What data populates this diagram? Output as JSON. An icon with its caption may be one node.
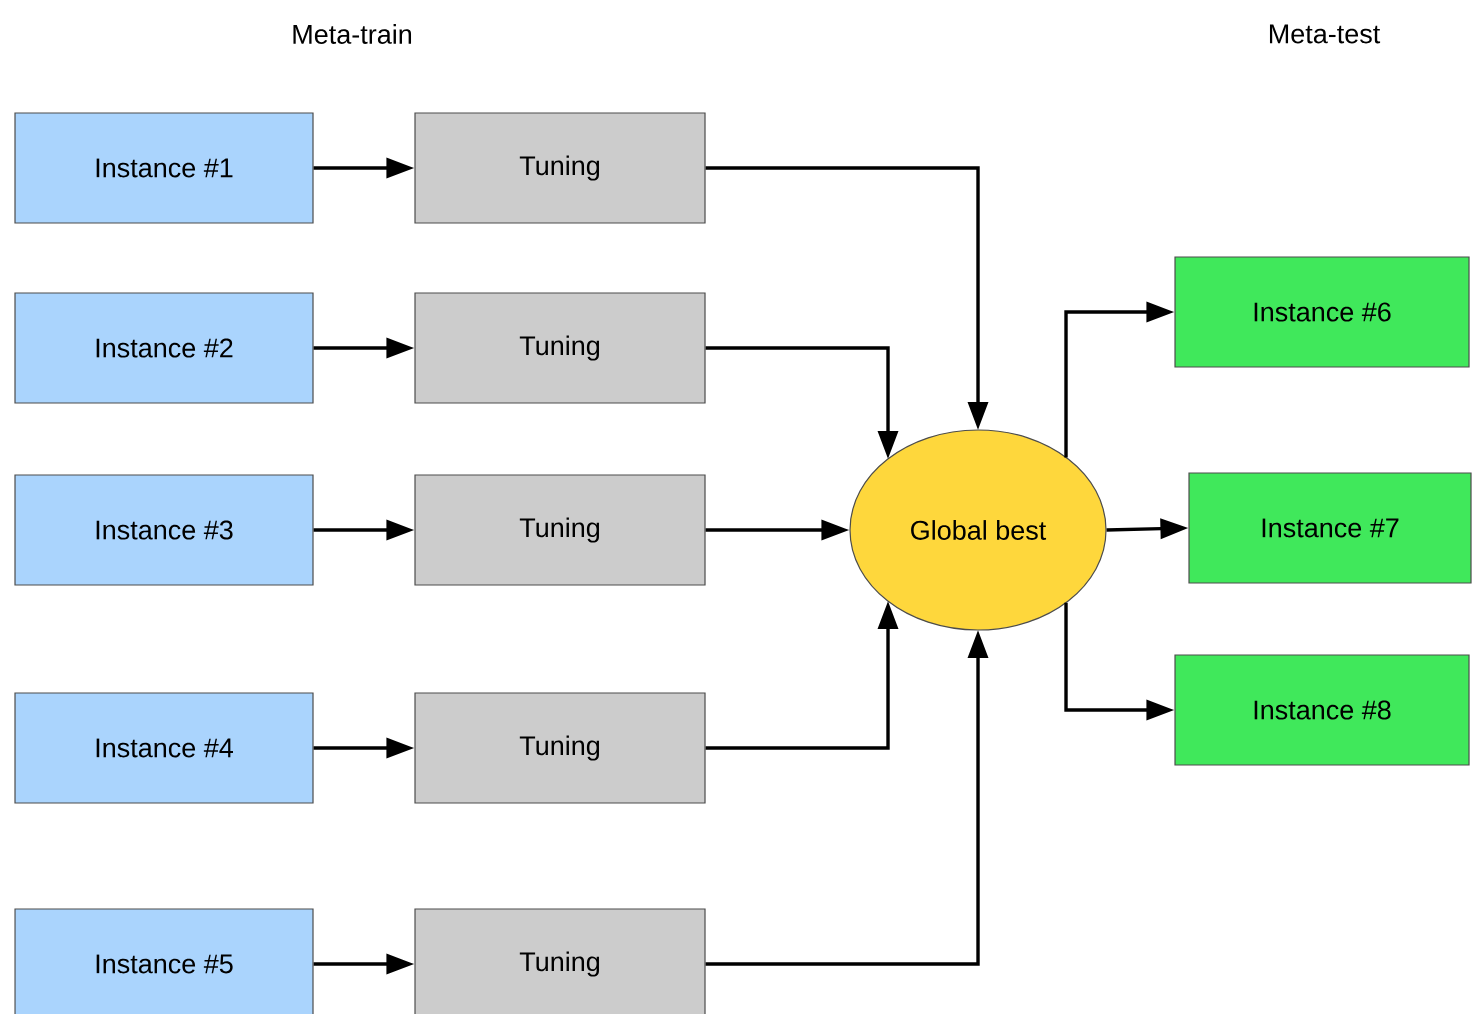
{
  "diagram": {
    "nodes": [
      {
        "text": [
          "Instance #1"
        ]
      },
      {
        "text": [
          "Instance #2"
        ]
      },
      {
        "text": [
          "Instance #3"
        ]
      },
      {
        "text": [
          "Instance #4"
        ]
      },
      {
        "text": [
          "Instance #5"
        ]
      },
      {
        "text": [
          "Tuning"
        ]
      },
      {
        "text": [
          "Tuning"
        ]
      },
      {
        "text": [
          "Tuning"
        ]
      },
      {
        "text": [
          "Tuning"
        ]
      },
      {
        "text": [
          "Tuning"
        ]
      },
      {
        "text": [
          "Global best"
        ]
      },
      {
        "text": [
          "Instance #6"
        ]
      },
      {
        "text": [
          "Instance #7"
        ]
      },
      {
        "text": [
          "Instance #8"
        ]
      }
    ],
    "edges": [
      {
        "from": 0,
        "to": 5,
        "arrow": "to"
      },
      {
        "from": 1,
        "to": 6,
        "arrow": "to"
      },
      {
        "from": 2,
        "to": 7,
        "arrow": "to"
      },
      {
        "from": 3,
        "to": 8,
        "arrow": "to"
      },
      {
        "from": 4,
        "to": 9,
        "arrow": "to"
      },
      {
        "from": 5,
        "to": 10,
        "arrow": "to"
      },
      {
        "from": 6,
        "to": 10,
        "arrow": "to"
      },
      {
        "from": 7,
        "to": 10,
        "arrow": "to"
      },
      {
        "from": 8,
        "to": 10,
        "arrow": "to"
      },
      {
        "from": 9,
        "to": 10,
        "arrow": "to"
      },
      {
        "from": 10,
        "to": 11,
        "arrow": "to"
      },
      {
        "from": 10,
        "to": 12,
        "arrow": "to"
      },
      {
        "from": 10,
        "to": 13,
        "arrow": "to"
      }
    ],
    "labels": [
      "Meta-train",
      "Meta-test"
    ]
  }
}
